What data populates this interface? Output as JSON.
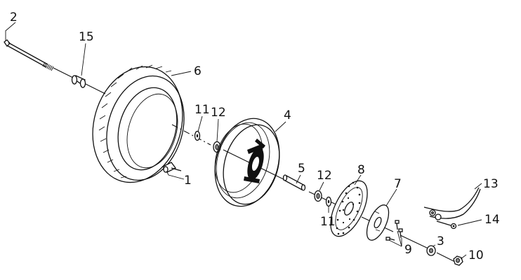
{
  "diagram": {
    "callouts": [
      {
        "id": "c2",
        "text": "2"
      },
      {
        "id": "c15",
        "text": "15"
      },
      {
        "id": "c6",
        "text": "6"
      },
      {
        "id": "c11a",
        "text": "11"
      },
      {
        "id": "c12a",
        "text": "12"
      },
      {
        "id": "c4",
        "text": "4"
      },
      {
        "id": "c1",
        "text": "1"
      },
      {
        "id": "c5",
        "text": "5"
      },
      {
        "id": "c12b",
        "text": "12"
      },
      {
        "id": "c8",
        "text": "8"
      },
      {
        "id": "c11b",
        "text": "11"
      },
      {
        "id": "c7",
        "text": "7"
      },
      {
        "id": "c13",
        "text": "13"
      },
      {
        "id": "c14",
        "text": "14"
      },
      {
        "id": "c9",
        "text": "9"
      },
      {
        "id": "c3",
        "text": "3"
      },
      {
        "id": "c10",
        "text": "10"
      }
    ]
  }
}
